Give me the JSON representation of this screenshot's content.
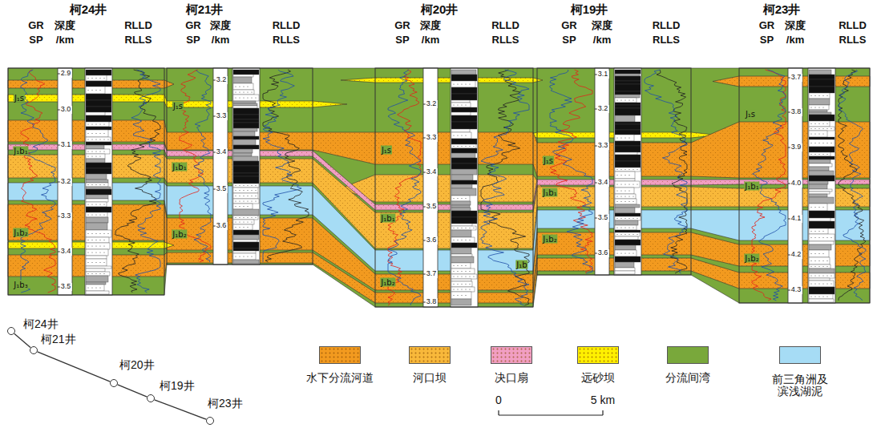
{
  "diagram": {
    "nodes": [
      {
        "text": [
          "柯24井"
        ]
      },
      {
        "text": [
          "柯21井"
        ]
      },
      {
        "text": [
          "柯20井"
        ]
      },
      {
        "text": [
          "柯19井"
        ]
      },
      {
        "text": [
          "柯23井"
        ]
      }
    ],
    "edges": [
      {
        "from": 0,
        "to": 1,
        "arrow": "none"
      },
      {
        "from": 1,
        "to": 2,
        "arrow": "none"
      },
      {
        "from": 2,
        "to": 3,
        "arrow": "none"
      },
      {
        "from": 3,
        "to": 4,
        "arrow": "none"
      }
    ],
    "labels": [
      "柯24井",
      "GR",
      "深度",
      "RLLD",
      "SP",
      "/km",
      "RLLS",
      "J₁s",
      "J₁b₁",
      "J₁b₂",
      "J₁b₃",
      "2.9",
      "3.0",
      "3.1",
      "3.2",
      "3.3",
      "3.4",
      "3.5",
      "柯21井",
      "GR",
      "深度",
      "RLLD",
      "SP",
      "/km",
      "RLLS",
      "J₁s",
      "J₁b₁",
      "J₁b₂",
      "3.2",
      "3.3",
      "3.4",
      "3.5",
      "3.6",
      "柯20井",
      "GR",
      "深度",
      "RLLD",
      "SP",
      "/km",
      "RLLS",
      "J₁s",
      "J₁b₁",
      "J₁b₂",
      "J₁b",
      "3.2",
      "3.3",
      "3.4",
      "3.5",
      "3.6",
      "3.7",
      "3.8",
      "柯19井",
      "GR",
      "深度",
      "RLLD",
      "SP",
      "/km",
      "RLLS",
      "J₁s",
      "J₁b₁",
      "J₁b₂",
      "3.1",
      "3.2",
      "3.3",
      "3.4",
      "3.5",
      "3.6",
      "柯23井",
      "GR",
      "深度",
      "RLLD",
      "SP",
      "/km",
      "RLLS",
      "J₁s",
      "J₁b₁",
      "J₁b₂",
      "3.7",
      "3.8",
      "3.9",
      "4.0",
      "4.1",
      "4.2",
      "4.3",
      "0",
      "5 km"
    ],
    "legend": [
      {
        "text": "水下分流河道",
        "color": "#f29a1f"
      },
      {
        "text": "河口坝",
        "color": "#f8b83a"
      },
      {
        "text": "决口扇",
        "color": "#f19ec2"
      },
      {
        "text": "远砂坝",
        "color": "#fff000"
      },
      {
        "text": "分流间湾",
        "color": "#79a83b"
      },
      {
        "text": "前三角洲及 滨浅湖泥",
        "color": "#a6dcf5"
      }
    ]
  }
}
